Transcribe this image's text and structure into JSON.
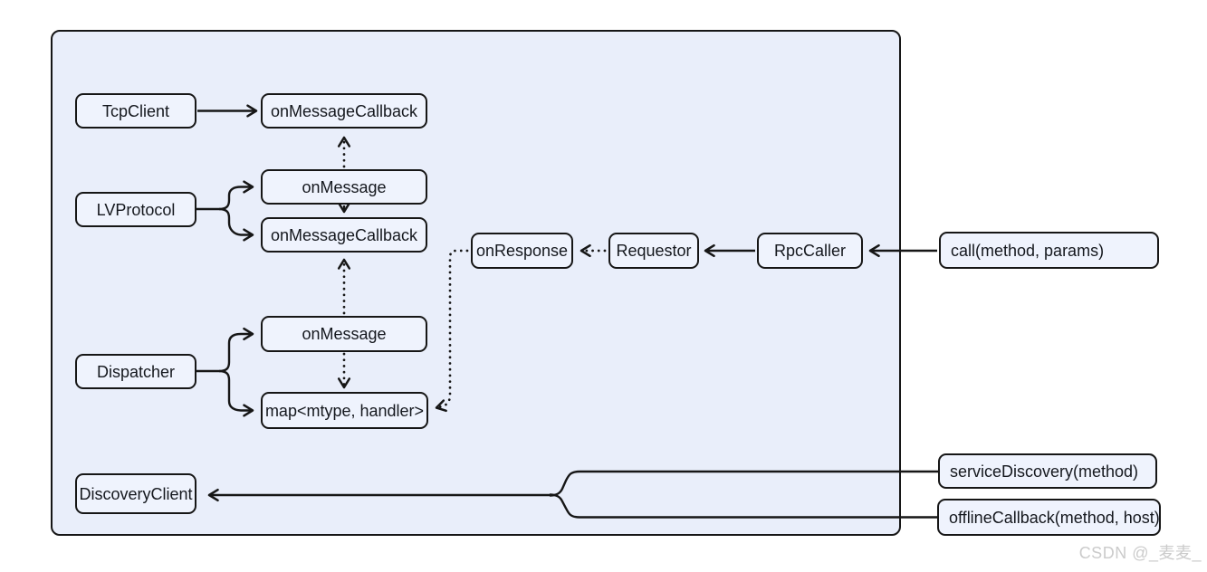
{
  "title": "RPC client framework class-callback diagram",
  "colors": {
    "page_background": "#ffffff",
    "container_fill": "#e9eefa",
    "node_fill": "#eff3fd",
    "stroke": "#161616",
    "text": "#15181e",
    "watermark": "#cbcbcb"
  },
  "nodes": {
    "tcpclient": {
      "label": "TcpClient"
    },
    "onmessagecallback_top": {
      "label": "onMessageCallback"
    },
    "onmessage_lv": {
      "label": "onMessage"
    },
    "lvprotocol": {
      "label": "LVProtocol"
    },
    "onmessagecallback_lv": {
      "label": "onMessageCallback"
    },
    "onresponse": {
      "label": "onResponse"
    },
    "requestor": {
      "label": "Requestor"
    },
    "rpccaller": {
      "label": "RpcCaller"
    },
    "call": {
      "label": "call(method, params)"
    },
    "onmessage_dispatcher": {
      "label": "onMessage"
    },
    "dispatcher": {
      "label": "Dispatcher"
    },
    "map": {
      "label": "map<mtype, handler>"
    },
    "discoveryclient": {
      "label": "DiscoveryClient"
    },
    "servicediscovery": {
      "label": "serviceDiscovery(method)"
    },
    "offlinecallback": {
      "label": "offlineCallback(method, host)"
    }
  },
  "edges": [
    {
      "from": "TcpClient",
      "to": "onMessageCallback (top)",
      "style": "solid-arrow"
    },
    {
      "from": "LVProtocol",
      "to": "onMessage (LVProtocol)",
      "style": "solid-fork-arrow"
    },
    {
      "from": "LVProtocol",
      "to": "onMessageCallback (LVProtocol)",
      "style": "solid-fork-arrow"
    },
    {
      "from": "onMessage (LVProtocol)",
      "to": "onMessageCallback (top)",
      "style": "dotted-arrow-up"
    },
    {
      "from": "onMessage (LVProtocol)",
      "to": "onMessageCallback (LVProtocol)",
      "style": "solid-arrow-down"
    },
    {
      "from": "onMessage (Dispatcher)",
      "to": "onMessageCallback (LVProtocol)",
      "style": "dotted-arrow-up"
    },
    {
      "from": "Dispatcher",
      "to": "onMessage (Dispatcher)",
      "style": "solid-fork-arrow"
    },
    {
      "from": "Dispatcher",
      "to": "map<mtype, handler>",
      "style": "solid-fork-arrow"
    },
    {
      "from": "onMessage (Dispatcher)",
      "to": "map<mtype, handler>",
      "style": "dotted-arrow-down"
    },
    {
      "from": "Requestor",
      "to": "onResponse",
      "style": "dotted-arrow"
    },
    {
      "from": "onResponse",
      "to": "map<mtype, handler>",
      "style": "dotted-elbow-arrow"
    },
    {
      "from": "RpcCaller",
      "to": "Requestor",
      "style": "solid-arrow"
    },
    {
      "from": "call(method, params)",
      "to": "RpcCaller",
      "style": "solid-arrow"
    },
    {
      "from": "serviceDiscovery(method)",
      "to": "DiscoveryClient",
      "style": "solid-merge-arrow"
    },
    {
      "from": "offlineCallback(method, host)",
      "to": "DiscoveryClient",
      "style": "solid-merge-arrow"
    }
  ],
  "watermark": {
    "text": "CSDN @_麦麦_"
  }
}
